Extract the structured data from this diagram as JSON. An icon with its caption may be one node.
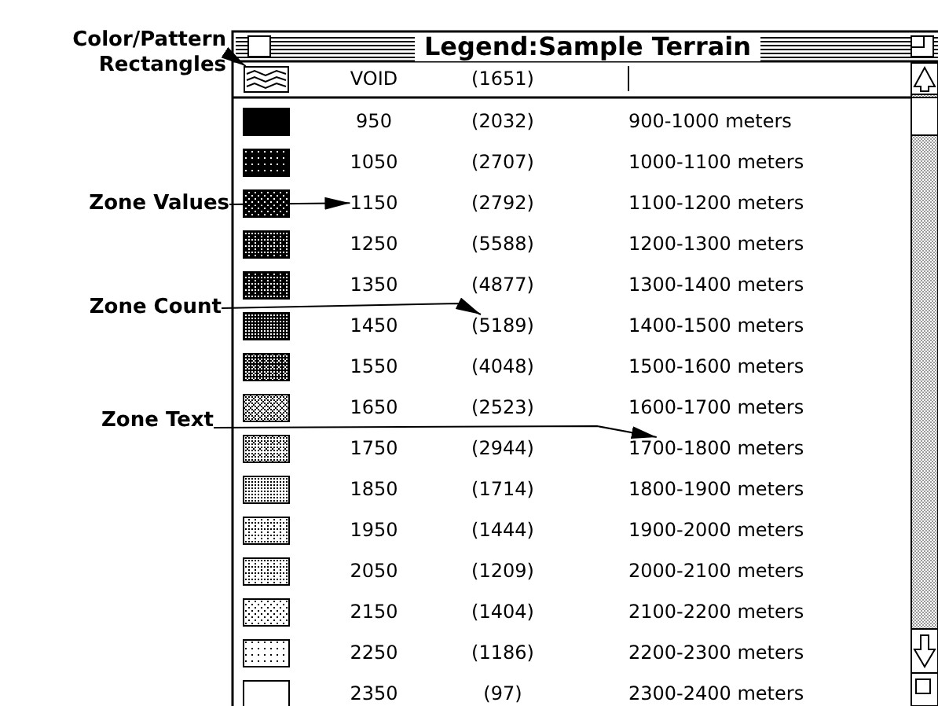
{
  "diagram": {
    "title": "Legend:Sample Terrain",
    "nodes": [
      {
        "text": [
          "Color/Pattern Rectangles"
        ]
      },
      {
        "text": [
          "Zone Values"
        ]
      },
      {
        "text": [
          "Zone Count"
        ]
      },
      {
        "text": [
          "Zone Text"
        ]
      },
      {
        "text": [],
        "shape": "box"
      },
      {
        "text": [
          "1150"
        ]
      },
      {
        "text": [
          "(5189)"
        ]
      },
      {
        "text": [
          "1700-1800 meters"
        ]
      }
    ],
    "edges": [
      {
        "from": 0,
        "to": 4,
        "arrow": "to"
      },
      {
        "from": 1,
        "to": 5,
        "arrow": "to"
      },
      {
        "from": 2,
        "to": 6,
        "arrow": "to"
      },
      {
        "from": 3,
        "to": 7,
        "arrow": "to"
      }
    ],
    "labels": [
      "VOID",
      "(1651)",
      "950",
      "(2032)",
      "900-1000 meters",
      "1050",
      "(2707)",
      "1000-1100 meters",
      "(2792)",
      "1100-1200 meters",
      "1250",
      "(5588)",
      "1200-1300 meters",
      "1350",
      "(4877)",
      "1300-1400 meters",
      "1450",
      "1400-1500 meters",
      "1550",
      "(4048)",
      "1500-1600 meters",
      "1650",
      "(2523)",
      "1600-1700 meters",
      "1750",
      "(2944)",
      "1850",
      "(1714)",
      "1800-1900 meters",
      "1950",
      "(1444)",
      "1900-2000 meters",
      "2050",
      "(1209)",
      "2000-2100 meters",
      "2150",
      "(1404)",
      "2100-2200 meters",
      "2250",
      "(1186)",
      "2200-2300 meters",
      "2350",
      "(97)",
      "2300-2400 meters"
    ]
  }
}
